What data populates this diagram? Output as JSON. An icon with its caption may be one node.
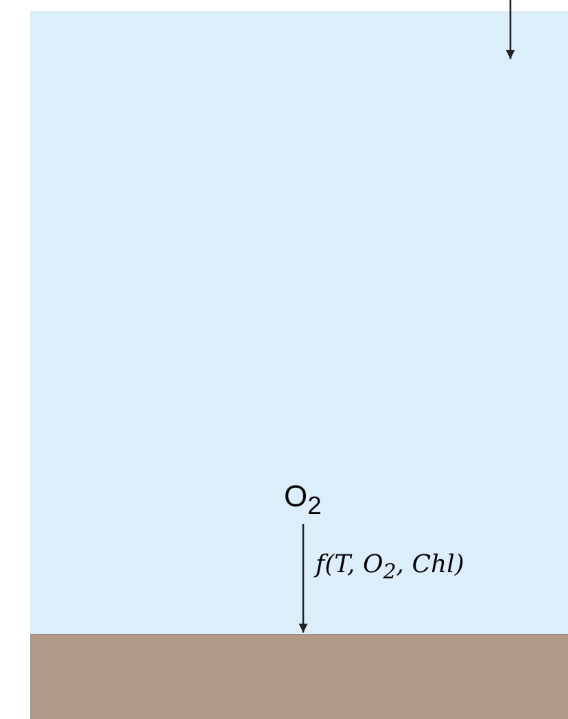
{
  "diagram": {
    "nodes": [
      {
        "text": [],
        "shape": "box"
      },
      {
        "text": [
          "O$_{2}$"
        ],
        "in": 0
      },
      {
        "text": [],
        "shape": "bar"
      }
    ],
    "edges": [
      {
        "from": 1,
        "to": 2,
        "arrow": "to",
        "label": "f(T, O$_{2}$, Chl)"
      }
    ]
  }
}
